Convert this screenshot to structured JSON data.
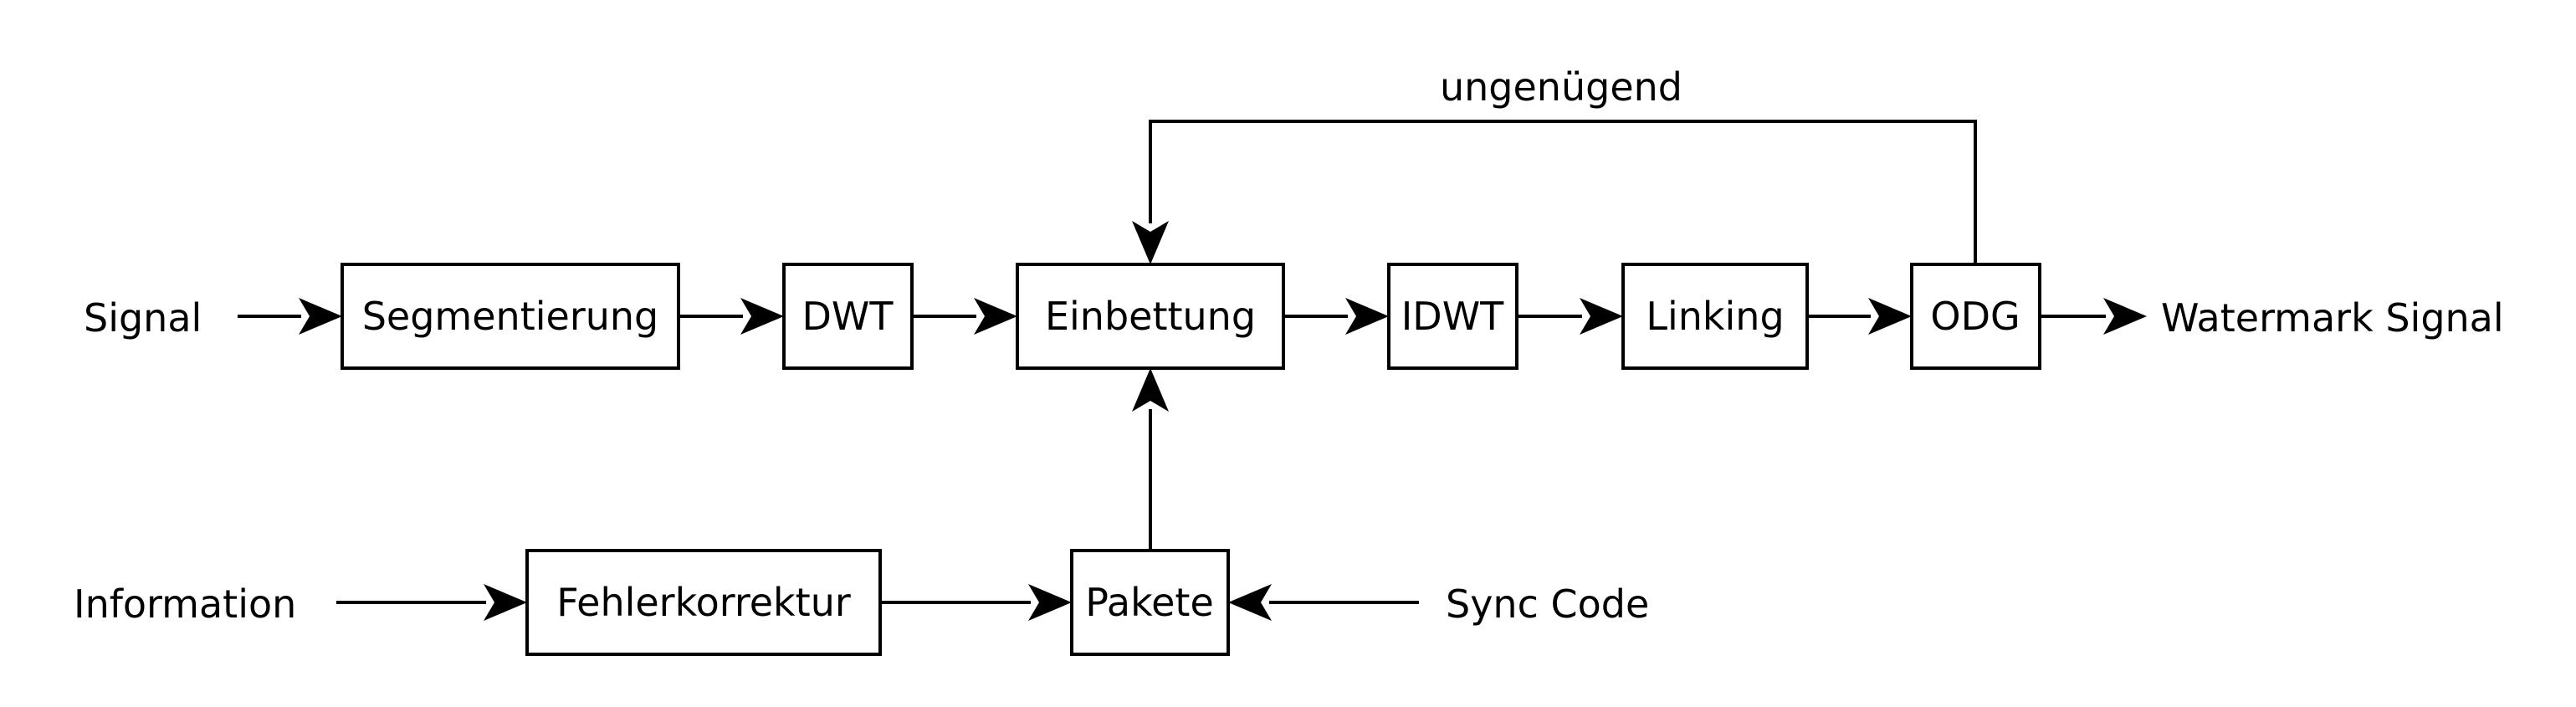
{
  "inputs": {
    "signal": "Signal",
    "information": "Information",
    "sync_code": "Sync Code"
  },
  "blocks": {
    "segmentierung": "Segmentierung",
    "dwt": "DWT",
    "einbettung": "Einbettung",
    "idwt": "IDWT",
    "linking": "Linking",
    "odg": "ODG",
    "fehlerkorrektur": "Fehlerkorrektur",
    "pakete": "Pakete"
  },
  "outputs": {
    "watermark_signal": "Watermark Signal"
  },
  "feedback": {
    "label": "ungenügend"
  },
  "colors": {
    "stroke": "#000000",
    "background": "#ffffff"
  }
}
